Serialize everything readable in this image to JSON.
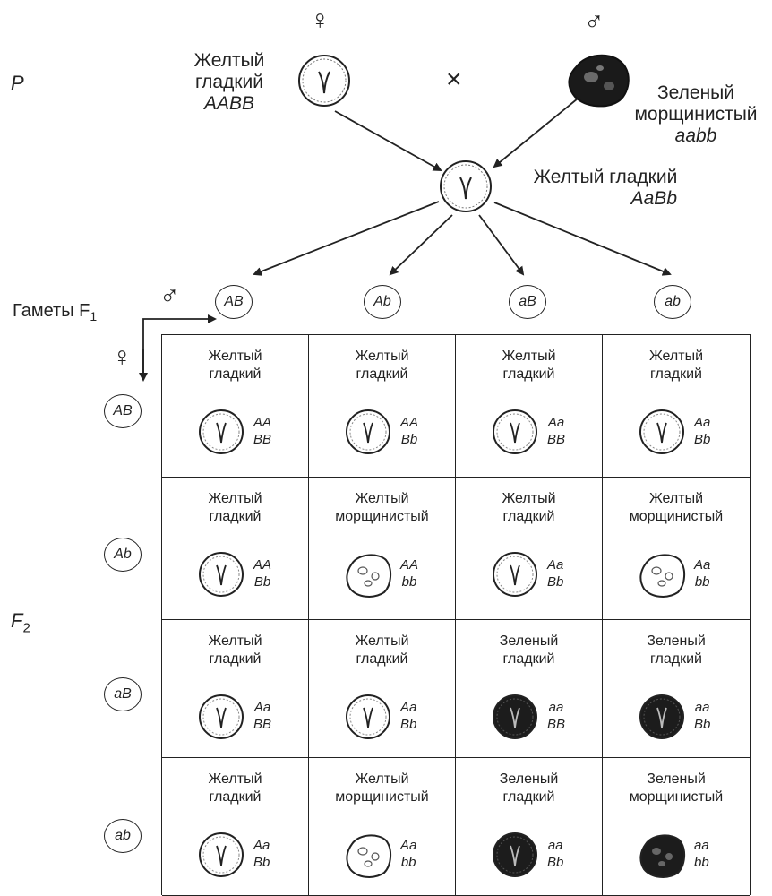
{
  "labels": {
    "P": "P",
    "F2": "F",
    "F2_sub": "2",
    "gametes": "Гаметы F",
    "gametes_sub": "1",
    "cross": "×",
    "female": "♀",
    "male": "♂"
  },
  "parents": {
    "female": {
      "phenotype_line1": "Желтый",
      "phenotype_line2": "гладкий",
      "genotype": "AABB"
    },
    "male": {
      "phenotype_line1": "Зеленый",
      "phenotype_line2": "морщинистый",
      "genotype": "aabb"
    }
  },
  "f1": {
    "phenotype": "Желтый гладкий",
    "genotype": "AaBb"
  },
  "gametes": [
    "AB",
    "Ab",
    "aB",
    "ab"
  ],
  "grid": [
    [
      {
        "p1": "Желтый",
        "p2": "гладкий",
        "g1": "AA",
        "g2": "BB",
        "color": "yellow",
        "shape": "smooth"
      },
      {
        "p1": "Желтый",
        "p2": "гладкий",
        "g1": "AA",
        "g2": "Bb",
        "color": "yellow",
        "shape": "smooth"
      },
      {
        "p1": "Желтый",
        "p2": "гладкий",
        "g1": "Aa",
        "g2": "BB",
        "color": "yellow",
        "shape": "smooth"
      },
      {
        "p1": "Желтый",
        "p2": "гладкий",
        "g1": "Aa",
        "g2": "Bb",
        "color": "yellow",
        "shape": "smooth"
      }
    ],
    [
      {
        "p1": "Желтый",
        "p2": "гладкий",
        "g1": "AA",
        "g2": "Bb",
        "color": "yellow",
        "shape": "smooth"
      },
      {
        "p1": "Желтый",
        "p2": "морщинистый",
        "g1": "AA",
        "g2": "bb",
        "color": "yellow",
        "shape": "wrinkled"
      },
      {
        "p1": "Желтый",
        "p2": "гладкий",
        "g1": "Aa",
        "g2": "Bb",
        "color": "yellow",
        "shape": "smooth"
      },
      {
        "p1": "Желтый",
        "p2": "морщинистый",
        "g1": "Aa",
        "g2": "bb",
        "color": "yellow",
        "shape": "wrinkled"
      }
    ],
    [
      {
        "p1": "Желтый",
        "p2": "гладкий",
        "g1": "Aa",
        "g2": "BB",
        "color": "yellow",
        "shape": "smooth"
      },
      {
        "p1": "Желтый",
        "p2": "гладкий",
        "g1": "Aa",
        "g2": "Bb",
        "color": "yellow",
        "shape": "smooth"
      },
      {
        "p1": "Зеленый",
        "p2": "гладкий",
        "g1": "aa",
        "g2": "BB",
        "color": "green",
        "shape": "smooth"
      },
      {
        "p1": "Зеленый",
        "p2": "гладкий",
        "g1": "aa",
        "g2": "Bb",
        "color": "green",
        "shape": "smooth"
      }
    ],
    [
      {
        "p1": "Желтый",
        "p2": "гладкий",
        "g1": "Aa",
        "g2": "Bb",
        "color": "yellow",
        "shape": "smooth"
      },
      {
        "p1": "Желтый",
        "p2": "морщинистый",
        "g1": "Aa",
        "g2": "bb",
        "color": "yellow",
        "shape": "wrinkled"
      },
      {
        "p1": "Зеленый",
        "p2": "гладкий",
        "g1": "aa",
        "g2": "Bb",
        "color": "green",
        "shape": "smooth"
      },
      {
        "p1": "Зеленый",
        "p2": "морщинистый",
        "g1": "aa",
        "g2": "bb",
        "color": "green",
        "shape": "wrinkled"
      }
    ]
  ]
}
